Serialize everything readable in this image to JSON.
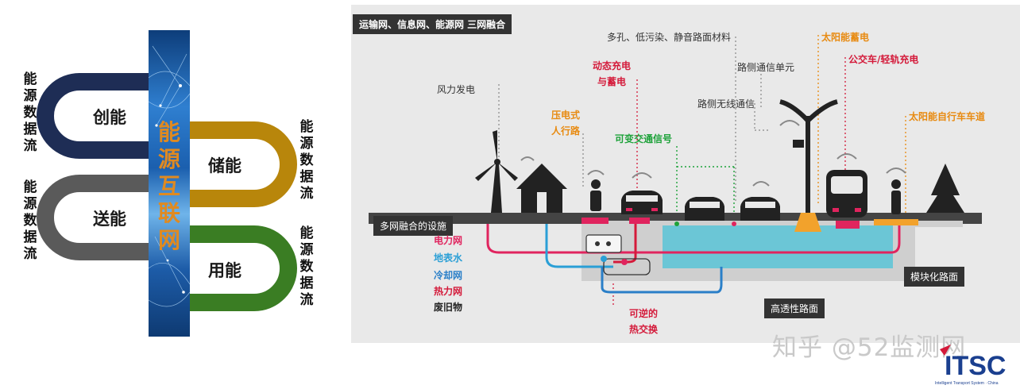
{
  "left": {
    "center_title": "能源互联网",
    "loops": [
      {
        "label": "创能",
        "color": "#1e2d55"
      },
      {
        "label": "储能",
        "color": "#b8860b"
      },
      {
        "label": "送能",
        "color": "#5a5a5a"
      },
      {
        "label": "用能",
        "color": "#3a7d23"
      }
    ],
    "side_text": "能源数据流"
  },
  "right": {
    "header": "运输网、信息网、能源网 三网融合",
    "labels": {
      "materials": "多孔、低污染、静音路面材料",
      "solar_storage": "太阳能蓄电",
      "dynamic_charging_1": "动态充电",
      "dynamic_charging_2": "与蓄电",
      "roadside_unit": "路侧通信单元",
      "bus_charging": "公交车/轻轨充电",
      "wind": "风力发电",
      "roadside_wireless": "路侧无线通信",
      "piezo_1": "压电式",
      "piezo_2": "人行路",
      "solar_bike": "太阳能自行车车道",
      "signal": "可变交通信号",
      "facility": "多网融合的设施",
      "modular": "模块化路面",
      "permeable": "高透性路面",
      "heat_exchange_1": "可逆的",
      "heat_exchange_2": "热交换"
    },
    "legend": [
      {
        "label": "电力网",
        "color": "#e0245e"
      },
      {
        "label": "地表水",
        "color": "#2a9fd6"
      },
      {
        "label": "冷却网",
        "color": "#2a7fc8"
      },
      {
        "label": "热力网",
        "color": "#d41a3a"
      },
      {
        "label": "废旧物",
        "color": "#222222"
      }
    ]
  },
  "watermark": "知乎 @52监测网",
  "logo": {
    "text": "ITSC",
    "subtext": "Intelligent Transport System · China"
  }
}
